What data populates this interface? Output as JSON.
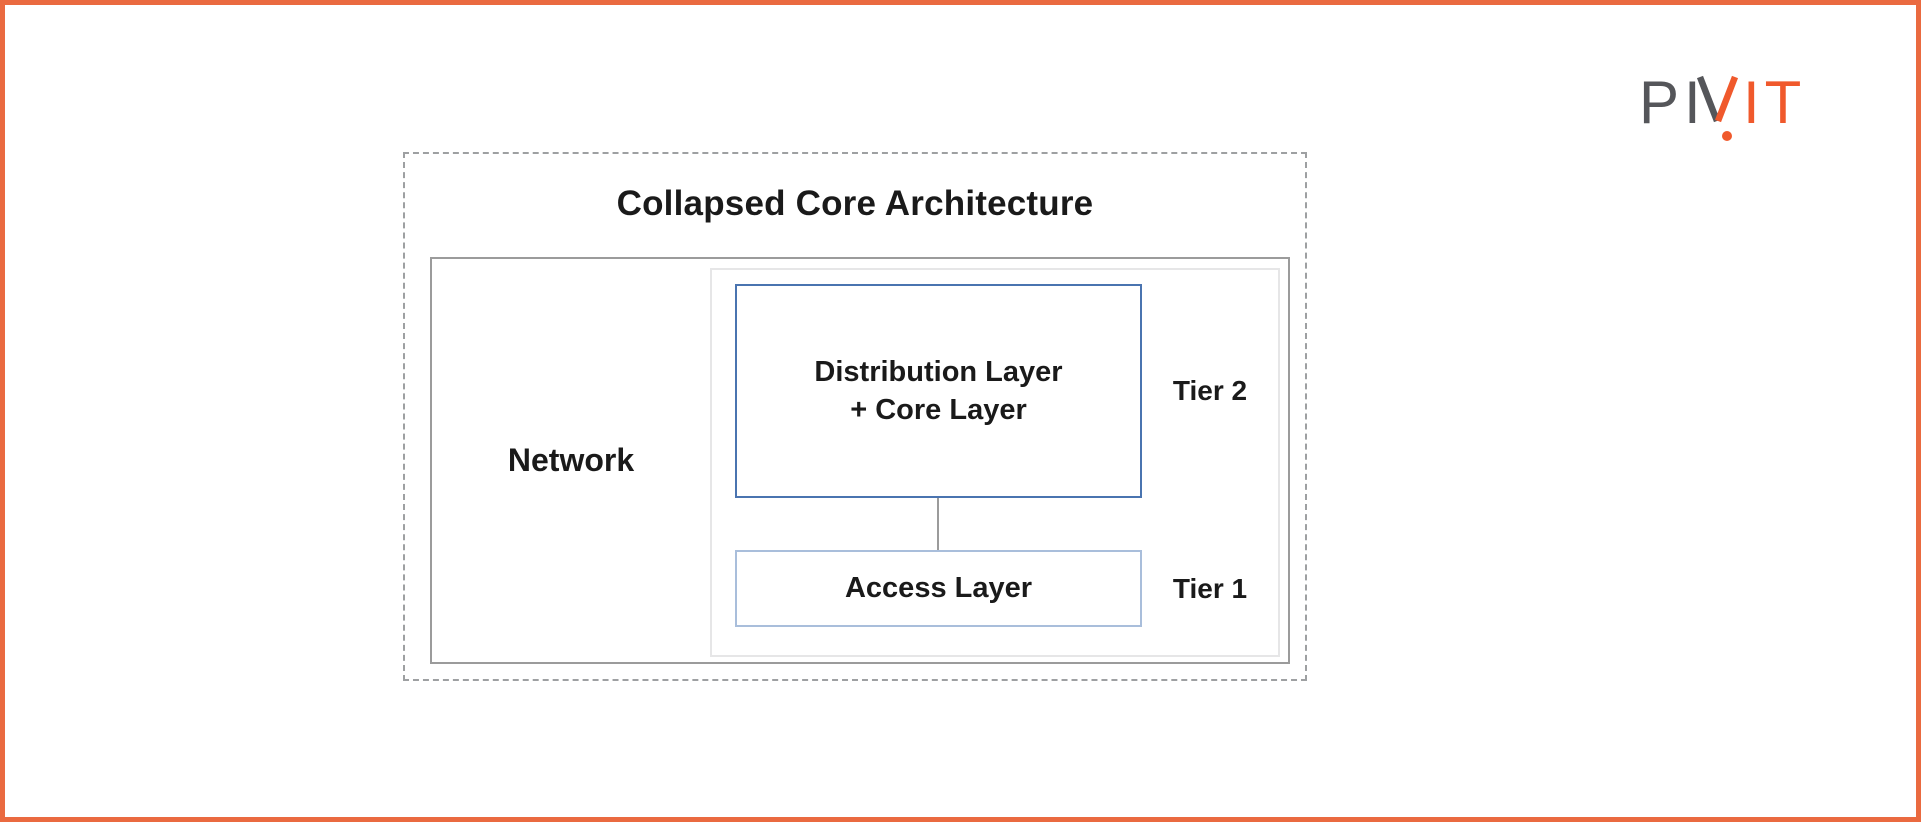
{
  "page": {
    "background_color": "#FFFFFF",
    "border_color": "#EA6A40"
  },
  "logo": {
    "brand": "PIVIT",
    "left_text": "PI",
    "middle_letter": "V",
    "right_text": "IT",
    "gray_color": "#55565A",
    "orange_color": "#F0592C"
  },
  "diagram": {
    "title": "Collapsed Core Architecture",
    "network_label": "Network",
    "distribution_box": {
      "line1": "Distribution Layer",
      "line2": "+ Core Layer",
      "tier_label": "Tier 2",
      "border_color": "#4A74B0"
    },
    "access_box": {
      "label": "Access Layer",
      "tier_label": "Tier 1",
      "border_color": "#A9BEDB"
    },
    "container_colors": {
      "dashed_border": "#9EA0A2",
      "solid_border": "#9B9B9B",
      "inner_border": "#E6E6E7",
      "connector": "#9B9B9B"
    }
  }
}
